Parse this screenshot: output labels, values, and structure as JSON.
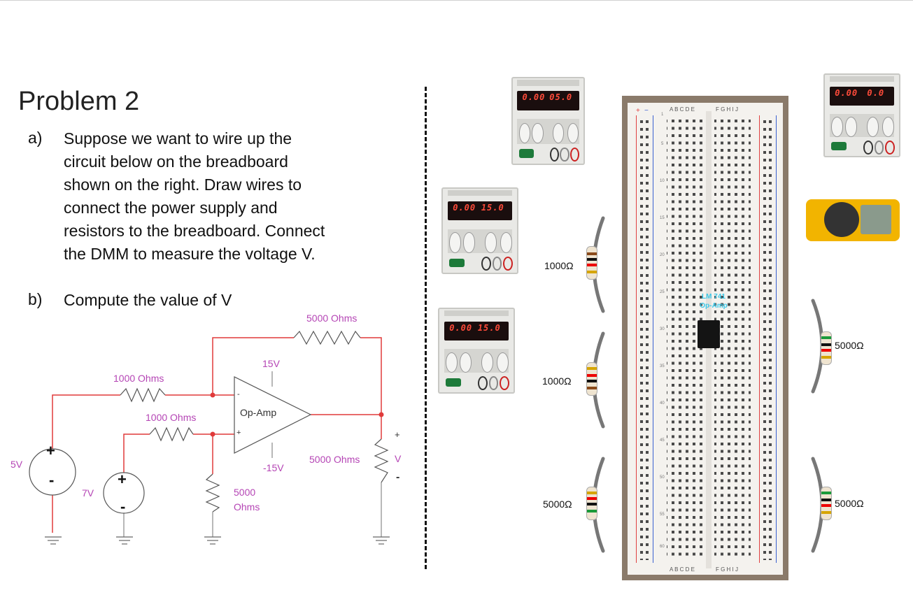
{
  "problem": {
    "title": "Problem 2",
    "part_a_label": "a)",
    "part_a_lines": [
      "Suppose we want to wire up the",
      "circuit below on the breadboard",
      "shown on the right. Draw wires to",
      "connect the power supply and",
      "resistors to the breadboard. Connect",
      "the DMM to measure the voltage V."
    ],
    "part_b_label": "b)",
    "part_b_text": "Compute the value of V"
  },
  "circuit": {
    "feedback_resistor": "5000 Ohms",
    "input_resistor_top": "1000 Ohms",
    "input_resistor_bottom": "1000 Ohms",
    "ground_resistor_line1": "5000",
    "ground_resistor_line2": "Ohms",
    "load_resistor": "5000 Ohms",
    "opamp_label": "Op-Amp",
    "pos_supply": "15V",
    "neg_supply": "-15V",
    "source_left": "5V",
    "source_right": "7V",
    "output_voltage": "V",
    "plus_sign": "+",
    "minus_sign": "-",
    "inv_input": "-",
    "noninv_input": "+",
    "wire_color": "#e03a3a",
    "label_color": "#b545b5"
  },
  "supplies": [
    {
      "current": "0.00",
      "voltage": "05.0"
    },
    {
      "current": "0.00",
      "voltage": "15.0"
    },
    {
      "current": "0.00",
      "voltage": "15.0"
    },
    {
      "current": "0.00",
      "voltage": "0.0"
    }
  ],
  "resistors": {
    "left_top": "1000Ω",
    "left_mid": "1000Ω",
    "left_bot": "5000Ω",
    "right_top": "5000Ω",
    "right_bot": "5000Ω"
  },
  "breadboard": {
    "columns_left": "A B C D E",
    "columns_right": "F G H I J",
    "row_numbers": [
      "1",
      "5",
      "10",
      "15",
      "20",
      "25",
      "30",
      "35",
      "40",
      "45",
      "50",
      "55",
      "60"
    ],
    "chip_line1": "LM 741",
    "chip_line2": "Op-Amp",
    "rail_plus": "+",
    "rail_minus": "−"
  }
}
